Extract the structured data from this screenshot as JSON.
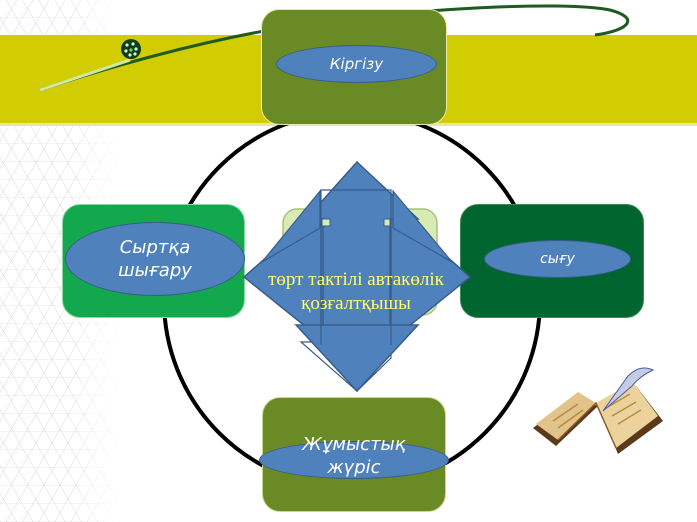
{
  "diagram": {
    "title": "төрт тактілі автакөлік қозғалтқышы",
    "center_label_lines": [
      "төрт тактілі автакөлік",
      "қозғалтқышы"
    ],
    "nodes": [
      {
        "id": "top",
        "label": "Кіргізу",
        "box_color": "#6a8a25"
      },
      {
        "id": "right",
        "label": "сығу",
        "box_color": "#00652e"
      },
      {
        "id": "bottom",
        "label_lines": [
          "Жұмыстық",
          "жүріс"
        ],
        "box_color": "#6a8a25"
      },
      {
        "id": "left",
        "label_lines": [
          "Сыртқа",
          "шығару"
        ],
        "box_color": "#13a84d"
      }
    ],
    "cycle_order": [
      "top",
      "right",
      "bottom",
      "left"
    ],
    "colors": {
      "band": "#d2cd03",
      "ellipse_fill": "#4f81bd",
      "ellipse_stroke": "#385d8a",
      "arrow_fill": "#4f81bd",
      "center_text": "#ffff66",
      "cycle_line": "#000000"
    },
    "decorations": [
      "open-book-with-quill",
      "green-swoosh-line",
      "dotted-circle-ornament"
    ]
  }
}
